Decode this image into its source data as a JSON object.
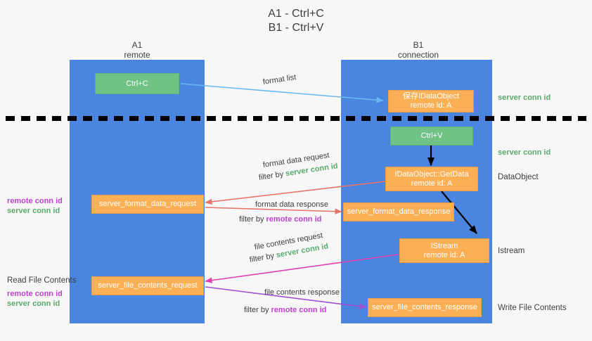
{
  "diagram": {
    "title_lines": [
      "A1 - Ctrl+C",
      "B1 - Ctrl+V"
    ],
    "lanes": [
      {
        "id": "a1",
        "title": "A1",
        "subtitle": "remote",
        "color": "#4a86e0"
      },
      {
        "id": "b1",
        "title": "B1",
        "subtitle": "connection",
        "color": "#4a86e0"
      }
    ],
    "colors": {
      "lane": "#4a86e0",
      "green_box": "#71c285",
      "orange_box": "#fcb055",
      "server_conn_text": "#5aab6d",
      "remote_conn_text": "#c040d0",
      "arrow_blue": "#6bb9f0",
      "arrow_red": "#e8736a",
      "arrow_pink": "#e040b0",
      "arrow_purple": "#a04fd0",
      "arrow_black": "#000000",
      "divider": "#000000",
      "background": "#f7f7f7"
    },
    "nodes": {
      "ctrl_c": "Ctrl+C",
      "save_idataobject_l1": "保存IDataObject",
      "save_idataobject_l2": "remote id: A",
      "ctrl_v": "Ctrl+V",
      "getdata_l1": "IDataObject::GetData",
      "getdata_l2": "remote id: A",
      "server_format_data_request": "server_format_data_request",
      "server_format_data_response": "server_format_data_response",
      "istream_l1": "IStream",
      "istream_l2": "remote id: A",
      "server_file_contents_request": "server_file_contents_request",
      "server_file_contents_response": "server_file_contents_response"
    },
    "edge_labels": {
      "format_list": "format list",
      "format_data_request": "format data request",
      "format_data_request_filter_prefix": "filter by ",
      "format_data_request_filter_value": "server conn id",
      "format_data_response": "format data response",
      "format_data_response_filter_prefix": "filter by ",
      "format_data_response_filter_value": "remote conn id",
      "file_contents_request": "file contents request",
      "file_contents_request_filter_prefix": "filter by ",
      "file_contents_request_filter_value": "server conn id",
      "file_contents_response": "file contents response",
      "file_contents_response_filter_prefix": "filter by ",
      "file_contents_response_filter_value": "remote conn id"
    },
    "right_annotations": [
      {
        "id": "server-conn-id-1",
        "text": "server conn id",
        "style": "green"
      },
      {
        "id": "server-conn-id-2",
        "text": "server conn id",
        "style": "green"
      },
      {
        "id": "dataobject",
        "text": "DataObject",
        "style": "plain"
      },
      {
        "id": "istream",
        "text": "Istream",
        "style": "plain"
      },
      {
        "id": "write-file-contents",
        "text": "Write File Contents",
        "style": "plain"
      }
    ],
    "left_annotations": [
      {
        "id": "remote-conn-id-1",
        "text": "remote conn id",
        "style": "purple"
      },
      {
        "id": "server-conn-id-left-1",
        "text": "server conn id",
        "style": "green"
      },
      {
        "id": "read-file-contents",
        "text": "Read File Contents",
        "style": "plain"
      },
      {
        "id": "remote-conn-id-2",
        "text": "remote conn id",
        "style": "purple"
      },
      {
        "id": "server-conn-id-left-2",
        "text": "server conn id",
        "style": "green"
      }
    ]
  }
}
